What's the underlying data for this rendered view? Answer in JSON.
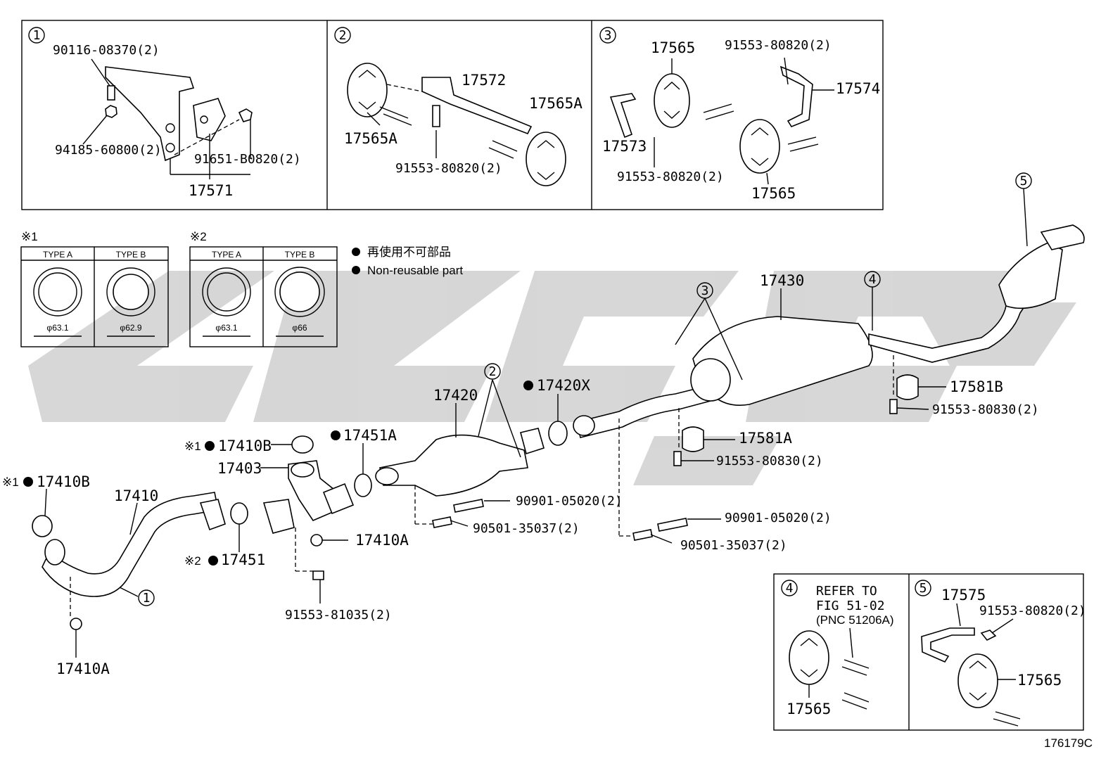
{
  "watermark_color": "#c8c8c8",
  "detail_boxes": {
    "d1": {
      "num": "1",
      "labels": [
        "90116-08370(2)",
        "94185-60800(2)",
        "91651-B0820(2)",
        "17571"
      ]
    },
    "d2": {
      "num": "2",
      "labels": [
        "17572",
        "17565A",
        "17565A",
        "91553-80820(2)"
      ]
    },
    "d3": {
      "num": "3",
      "labels": [
        "17565",
        "91553-80820(2)",
        "17574",
        "17573",
        "91553-80820(2)",
        "17565"
      ]
    },
    "d4": {
      "num": "4",
      "refer": [
        "REFER TO",
        "FIG 51-02",
        "(PNC 51206A)"
      ],
      "labels": [
        "17565"
      ]
    },
    "d5": {
      "num": "5",
      "labels": [
        "17575",
        "91553-80820(2)",
        "17565"
      ]
    }
  },
  "gasket_tables": [
    {
      "mark": "※1",
      "headers": [
        "TYPE A",
        "TYPE B"
      ],
      "dims": [
        "φ63.1",
        "φ62.9"
      ]
    },
    {
      "mark": "※2",
      "headers": [
        "TYPE A",
        "TYPE B"
      ],
      "dims": [
        "φ63.1",
        "φ66"
      ]
    }
  ],
  "legend": {
    "jp": "再使用不可部品",
    "en": "Non-reusable part"
  },
  "main_labels": {
    "l17410B_a": "17410B",
    "m17410B_a": "※1",
    "l17410B_b": "17410B",
    "m17410B_b": "※1",
    "l17410": "17410",
    "l17403": "17403",
    "l17451": "17451",
    "m17451": "※2",
    "l17451A": "17451A",
    "l17420": "17420",
    "l17420X": "17420X",
    "l17410A_a": "17410A",
    "l17410A_b": "17410A",
    "l91553_81035": "91553-81035(2)",
    "l90901_a": "90901-05020(2)",
    "l90501_a": "90501-35037(2)",
    "l90901_b": "90901-05020(2)",
    "l90501_b": "90501-35037(2)",
    "l17430": "17430",
    "l17581A": "17581A",
    "l17581B": "17581B",
    "l91553_80830_a": "91553-80830(2)",
    "l91553_80830_b": "91553-80830(2)"
  },
  "callouts": {
    "c1": "1",
    "c2": "2",
    "c3": "3",
    "c4": "4",
    "c5": "5"
  },
  "figure_id": "176179C"
}
